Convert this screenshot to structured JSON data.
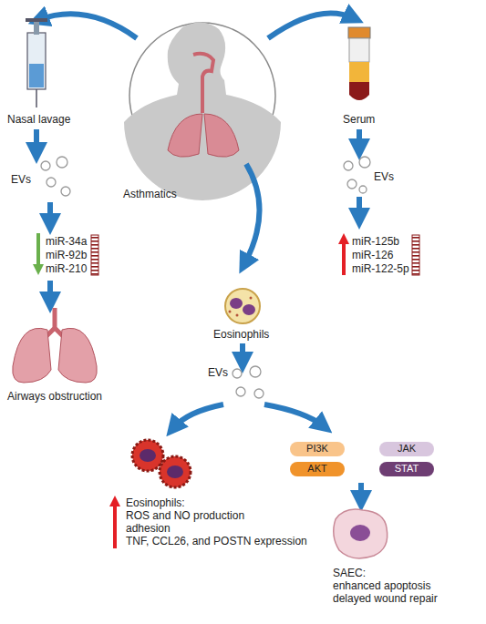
{
  "diagram": {
    "nodes": [
      {
        "text": [
          "PI3K"
        ]
      },
      {
        "text": [
          "JAK"
        ]
      },
      {
        "text": [
          "AKT"
        ]
      },
      {
        "text": [
          "STAT"
        ]
      }
    ],
    "labels": [
      "Nasal lavage",
      "EVs",
      "miR-34a",
      "miR-92b",
      "miR-210",
      "Airways obstruction",
      "Asthmatics",
      "Serum",
      "EVs",
      "miR-125b",
      "miR-126",
      "miR-122-5p",
      "Eosinophils",
      "EVs",
      "Eosinophils:",
      "ROS and NO production",
      "adhesion",
      "TNF, CCL26, and POSTN expression",
      "SAEC:",
      "enhanced apoptosis",
      "delayed wound repair"
    ]
  }
}
